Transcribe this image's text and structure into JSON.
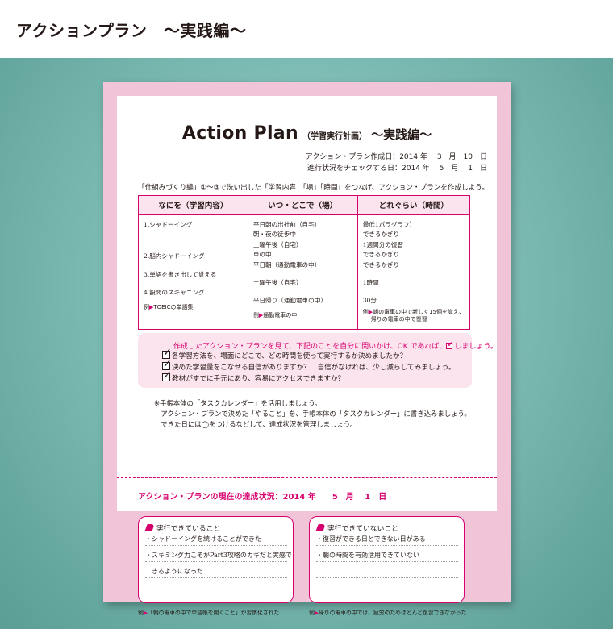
{
  "header": {
    "title": "アクションプラン　～実践編～"
  },
  "document": {
    "title_main": "Action Plan",
    "title_paren": "（学習実行計画）",
    "title_sub": "～実践編～",
    "created_line": "アクション・プラン作成日：2014 年　 3　月　10　日",
    "check_line": "進行状況をチェックする日：2014 年　 5　月　 1　日",
    "instruction": "「仕組みづくり編」①～③で洗い出した「学習内容」「場」「時間」をつなげ、アクション・プランを作成しよう。",
    "table": {
      "headers": [
        "なにを（学習内容）",
        "いつ・どこで（場）",
        "どれぐらい（時間）"
      ],
      "what": [
        "1.シャドーイング",
        "2.脳内シャドーイング",
        "3.単語を書き出して覚える",
        "4.設問のスキャニング"
      ],
      "where": [
        "平日朝の出社前（自宅）",
        "朝・夜の徒歩中",
        "土曜午後（自宅）",
        "車の中",
        "平日朝（通勤電車の中）",
        "土曜午後（自宅）",
        "平日帰り（通勤電車の中）"
      ],
      "how_much": [
        "最低1パラグラフ）",
        "できるかぎり",
        "1週間分の復習",
        "できるかぎり",
        "できるかぎり",
        "1時間",
        "30分"
      ],
      "example_prefix": "例",
      "example_what": "TOEICの単語集",
      "example_where": "通勤電車の中",
      "example_how1": "朝の電車の中で新しく15個を覚え、",
      "example_how2": "帰りの電車の中で復習"
    },
    "checklist": {
      "head_a": "作成したアクション・プランを見て、下記のことを自分に問いかけ、OK であれば、",
      "head_b": "しましょう。",
      "items": [
        "各学習方法を、場面にどこで、どの時間を使って実行するか決めましたか？",
        "決めた学習量をこなせる自信がありますか？　自信がなければ、少し減らしてみましょう。",
        "教材がすでに手元にあり、容易にアクセスできますか？"
      ]
    },
    "note": "※手帳本体の「タスクカレンダー」を活用しましょう。\n　アクション・プランで決めた「やること」を、手帳本体の「タスクカレンダー」に書き込みましょう。\n　できた日には◯をつけるなどして、達成状況を管理しましょう。",
    "status_line": "アクション・プランの現在の達成状況：2014 年　　5　月　 1　日",
    "done_box": {
      "title": "実行できていること",
      "lines": [
        "・シャドーイングを続けることができた",
        "・スキミング力こそがPart3攻略のカギだと実感で",
        "　きるようになった",
        "",
        ""
      ],
      "footer_a": "例",
      "footer_b": "「朝の電車の中で単語帳を開くこと」が習慣化された"
    },
    "notdone_box": {
      "title": "実行できていないこと",
      "lines": [
        "・復習ができる日とできない日がある",
        "・朝の時間を有効活用できていない",
        "",
        "",
        ""
      ],
      "footer_a": "例",
      "footer_b": "帰りの電車の中では、疲労のためほとんど復習できなかった"
    }
  },
  "colors": {
    "accent": "#d6006f",
    "sheet_border": "#f2c4d8",
    "background": "#7dbcb4"
  }
}
